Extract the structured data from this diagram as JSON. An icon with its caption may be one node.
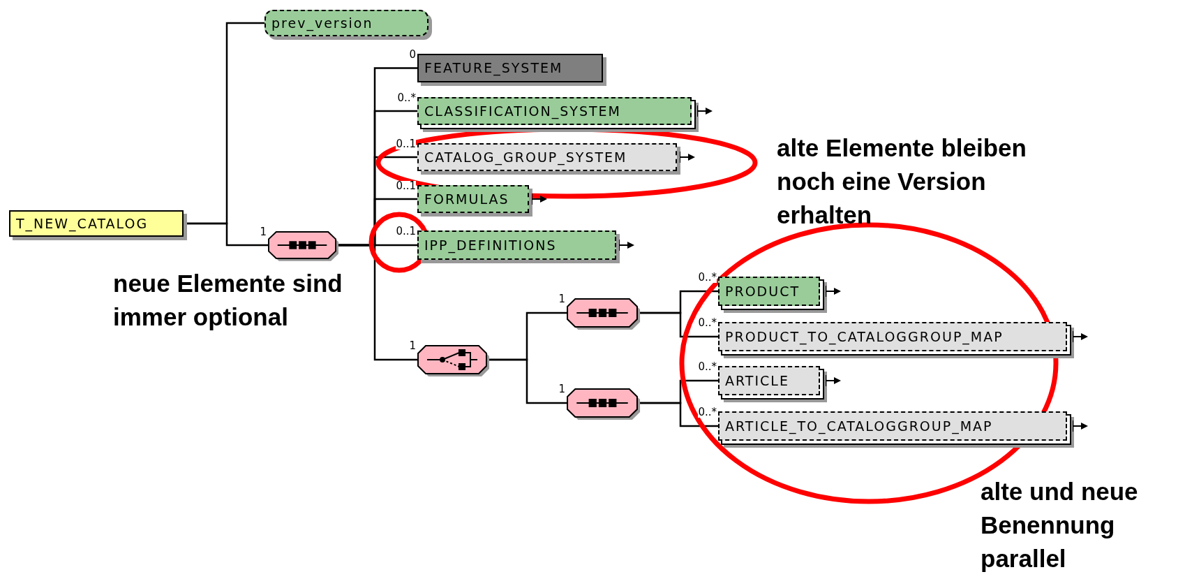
{
  "diagram": {
    "nodes": [
      {
        "text": [
          "T_NEW_CATALOG"
        ]
      },
      {
        "text": [
          "prev_version"
        ]
      },
      {
        "text": [],
        "shape": "octagon",
        "beside": [
          "1"
        ]
      },
      {
        "text": [
          "FEATURE_SYSTEM"
        ],
        "beside": [
          "0"
        ]
      },
      {
        "text": [
          "CLASSIFICATION_SYSTEM"
        ],
        "beside": [
          "0..*"
        ]
      },
      {
        "text": [
          "CATALOG_GROUP_SYSTEM"
        ],
        "beside": [
          "0..1"
        ]
      },
      {
        "text": [
          "FORMULAS"
        ],
        "beside": [
          "0..1"
        ]
      },
      {
        "text": [
          "IPP_DEFINITIONS"
        ],
        "beside": [
          "0..1"
        ]
      },
      {
        "text": [],
        "shape": "octagon",
        "beside": [
          "1"
        ]
      },
      {
        "text": [],
        "shape": "octagon",
        "beside": [
          "1"
        ]
      },
      {
        "text": [
          "PRODUCT"
        ],
        "beside": [
          "0..*"
        ]
      },
      {
        "text": [
          "PRODUCT_TO_CATALOGGROUP_MAP"
        ],
        "beside": [
          "0..*"
        ]
      },
      {
        "text": [],
        "shape": "octagon",
        "beside": [
          "1"
        ]
      },
      {
        "text": [
          "ARTICLE"
        ],
        "beside": [
          "0..*"
        ]
      },
      {
        "text": [
          "ARTICLE_TO_CATALOGGROUP_MAP"
        ],
        "beside": [
          "0..*"
        ]
      }
    ],
    "edges": [
      {
        "from": 0,
        "to": 1,
        "arrow": "none"
      },
      {
        "from": 0,
        "to": 2,
        "arrow": "none"
      },
      {
        "from": 2,
        "to": 3,
        "arrow": "none"
      },
      {
        "from": 2,
        "to": 4,
        "arrow": "none"
      },
      {
        "from": 2,
        "to": 5,
        "arrow": "none"
      },
      {
        "from": 2,
        "to": 6,
        "arrow": "none"
      },
      {
        "from": 2,
        "to": 7,
        "arrow": "none"
      },
      {
        "from": 2,
        "to": 8,
        "arrow": "none"
      },
      {
        "from": 8,
        "to": 9,
        "arrow": "none"
      },
      {
        "from": 8,
        "to": 12,
        "arrow": "none"
      },
      {
        "from": 9,
        "to": 10,
        "arrow": "none"
      },
      {
        "from": 9,
        "to": 11,
        "arrow": "none"
      },
      {
        "from": 12,
        "to": 13,
        "arrow": "none"
      },
      {
        "from": 12,
        "to": 14,
        "arrow": "none"
      }
    ],
    "labels": [
      "alte Elemente bleiben noch eine Version erhalten",
      "neue Elemente sind immer optional",
      "alte und neue Benennung parallel"
    ]
  }
}
